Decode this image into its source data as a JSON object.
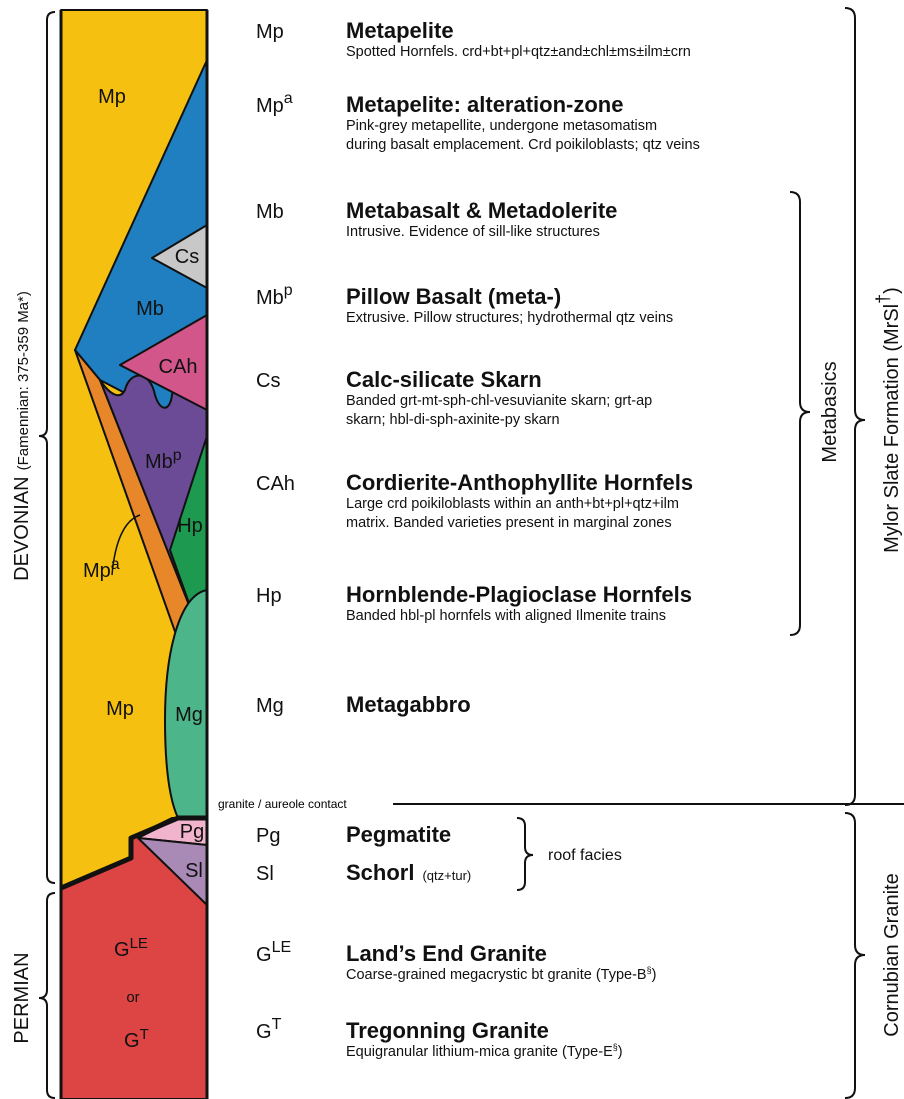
{
  "eras": {
    "devonian_label": "DEVONIAN",
    "devonian_sub": "(Famennian: 375-359 Ma*)",
    "permian_label": "PERMIAN"
  },
  "column_labels": {
    "mp_top": "Mp",
    "mb": "Mb",
    "cs": "Cs",
    "cah": "CAh",
    "mbp_base": "Mb",
    "mbp_sup": "p",
    "hp": "Hp",
    "mpa_base": "Mp",
    "mpa_sup": "a",
    "mp_bottom": "Mp",
    "mg": "Mg",
    "pg": "Pg",
    "sl": "Sl",
    "gle_base": "G",
    "gle_sup": "LE",
    "or": "or",
    "gt_base": "G",
    "gt_sup": "T"
  },
  "legend": [
    {
      "code": "Mp",
      "sup": "",
      "title": "Metapelite",
      "desc1": "Spotted Hornfels.  crd+bt+pl+qtz±and±chl±ms±ilm±crn",
      "desc2": ""
    },
    {
      "code": "Mp",
      "sup": "a",
      "title": "Metapelite: alteration-zone",
      "desc1": "Pink-grey metapellite, undergone metasomatism",
      "desc2": "during basalt emplacement.  Crd poikiloblasts; qtz veins"
    },
    {
      "code": "Mb",
      "sup": "",
      "title": "Metabasalt & Metadolerite",
      "desc1": "Intrusive.  Evidence of sill-like structures",
      "desc2": ""
    },
    {
      "code": "Mb",
      "sup": "p",
      "title": "Pillow Basalt (meta-)",
      "desc1": "Extrusive. Pillow structures; hydrothermal qtz veins",
      "desc2": ""
    },
    {
      "code": "Cs",
      "sup": "",
      "title": "Calc-silicate Skarn",
      "desc1": "Banded grt-mt-sph-chl-vesuvianite skarn; grt-ap",
      "desc2": "skarn; hbl-di-sph-axinite-py skarn"
    },
    {
      "code": "CAh",
      "sup": "",
      "title": "Cordierite-Anthophyllite Hornfels",
      "desc1": "Large crd poikiloblasts within an anth+bt+pl+qtz+ilm",
      "desc2": "matrix.  Banded varieties present in marginal zones"
    },
    {
      "code": "Hp",
      "sup": "",
      "title": "Hornblende-Plagioclase Hornfels",
      "desc1": "Banded hbl-pl hornfels with aligned Ilmenite trains",
      "desc2": ""
    },
    {
      "code": "Mg",
      "sup": "",
      "title": "Metagabbro",
      "desc1": "",
      "desc2": ""
    },
    {
      "code": "Pg",
      "sup": "",
      "title": "Pegmatite",
      "desc1": "",
      "desc2": ""
    },
    {
      "code": "Sl",
      "sup": "",
      "title": "Schorl",
      "desc1": "",
      "desc2": ""
    },
    {
      "code": "G",
      "sup": "LE",
      "title": "Land’s End Granite",
      "desc1": "Coarse-grained megacrystic bt granite (Type-B",
      "desc2": ""
    },
    {
      "code": "G",
      "sup": "T",
      "title": "Tregonning Granite",
      "desc1": "Equigranular lithium-mica granite (Type-E",
      "desc2": ""
    }
  ],
  "schorl_note": "(qtz+tur)",
  "section_mark": "§",
  "close_paren": ")",
  "contact_label": "granite / aureole contact",
  "roof_facies": "roof facies",
  "metabasics": "Metabasics",
  "mylor": "Mylor Slate Formation (MrSl",
  "mylor_dagger": "†",
  "cornubian": "Cornubian Granite",
  "colors": {
    "metapelite": "#f5c010",
    "alteration": "#e8862a",
    "metabasalt": "#1f7fc0",
    "skarn": "#c8c8c8",
    "cah": "#d2568a",
    "pillow": "#6b4b96",
    "hp": "#1e9a50",
    "metagabbro": "#4db58a",
    "pegmatite": "#f2b3cc",
    "schorl": "#a98ab6",
    "granite": "#dd4444"
  }
}
